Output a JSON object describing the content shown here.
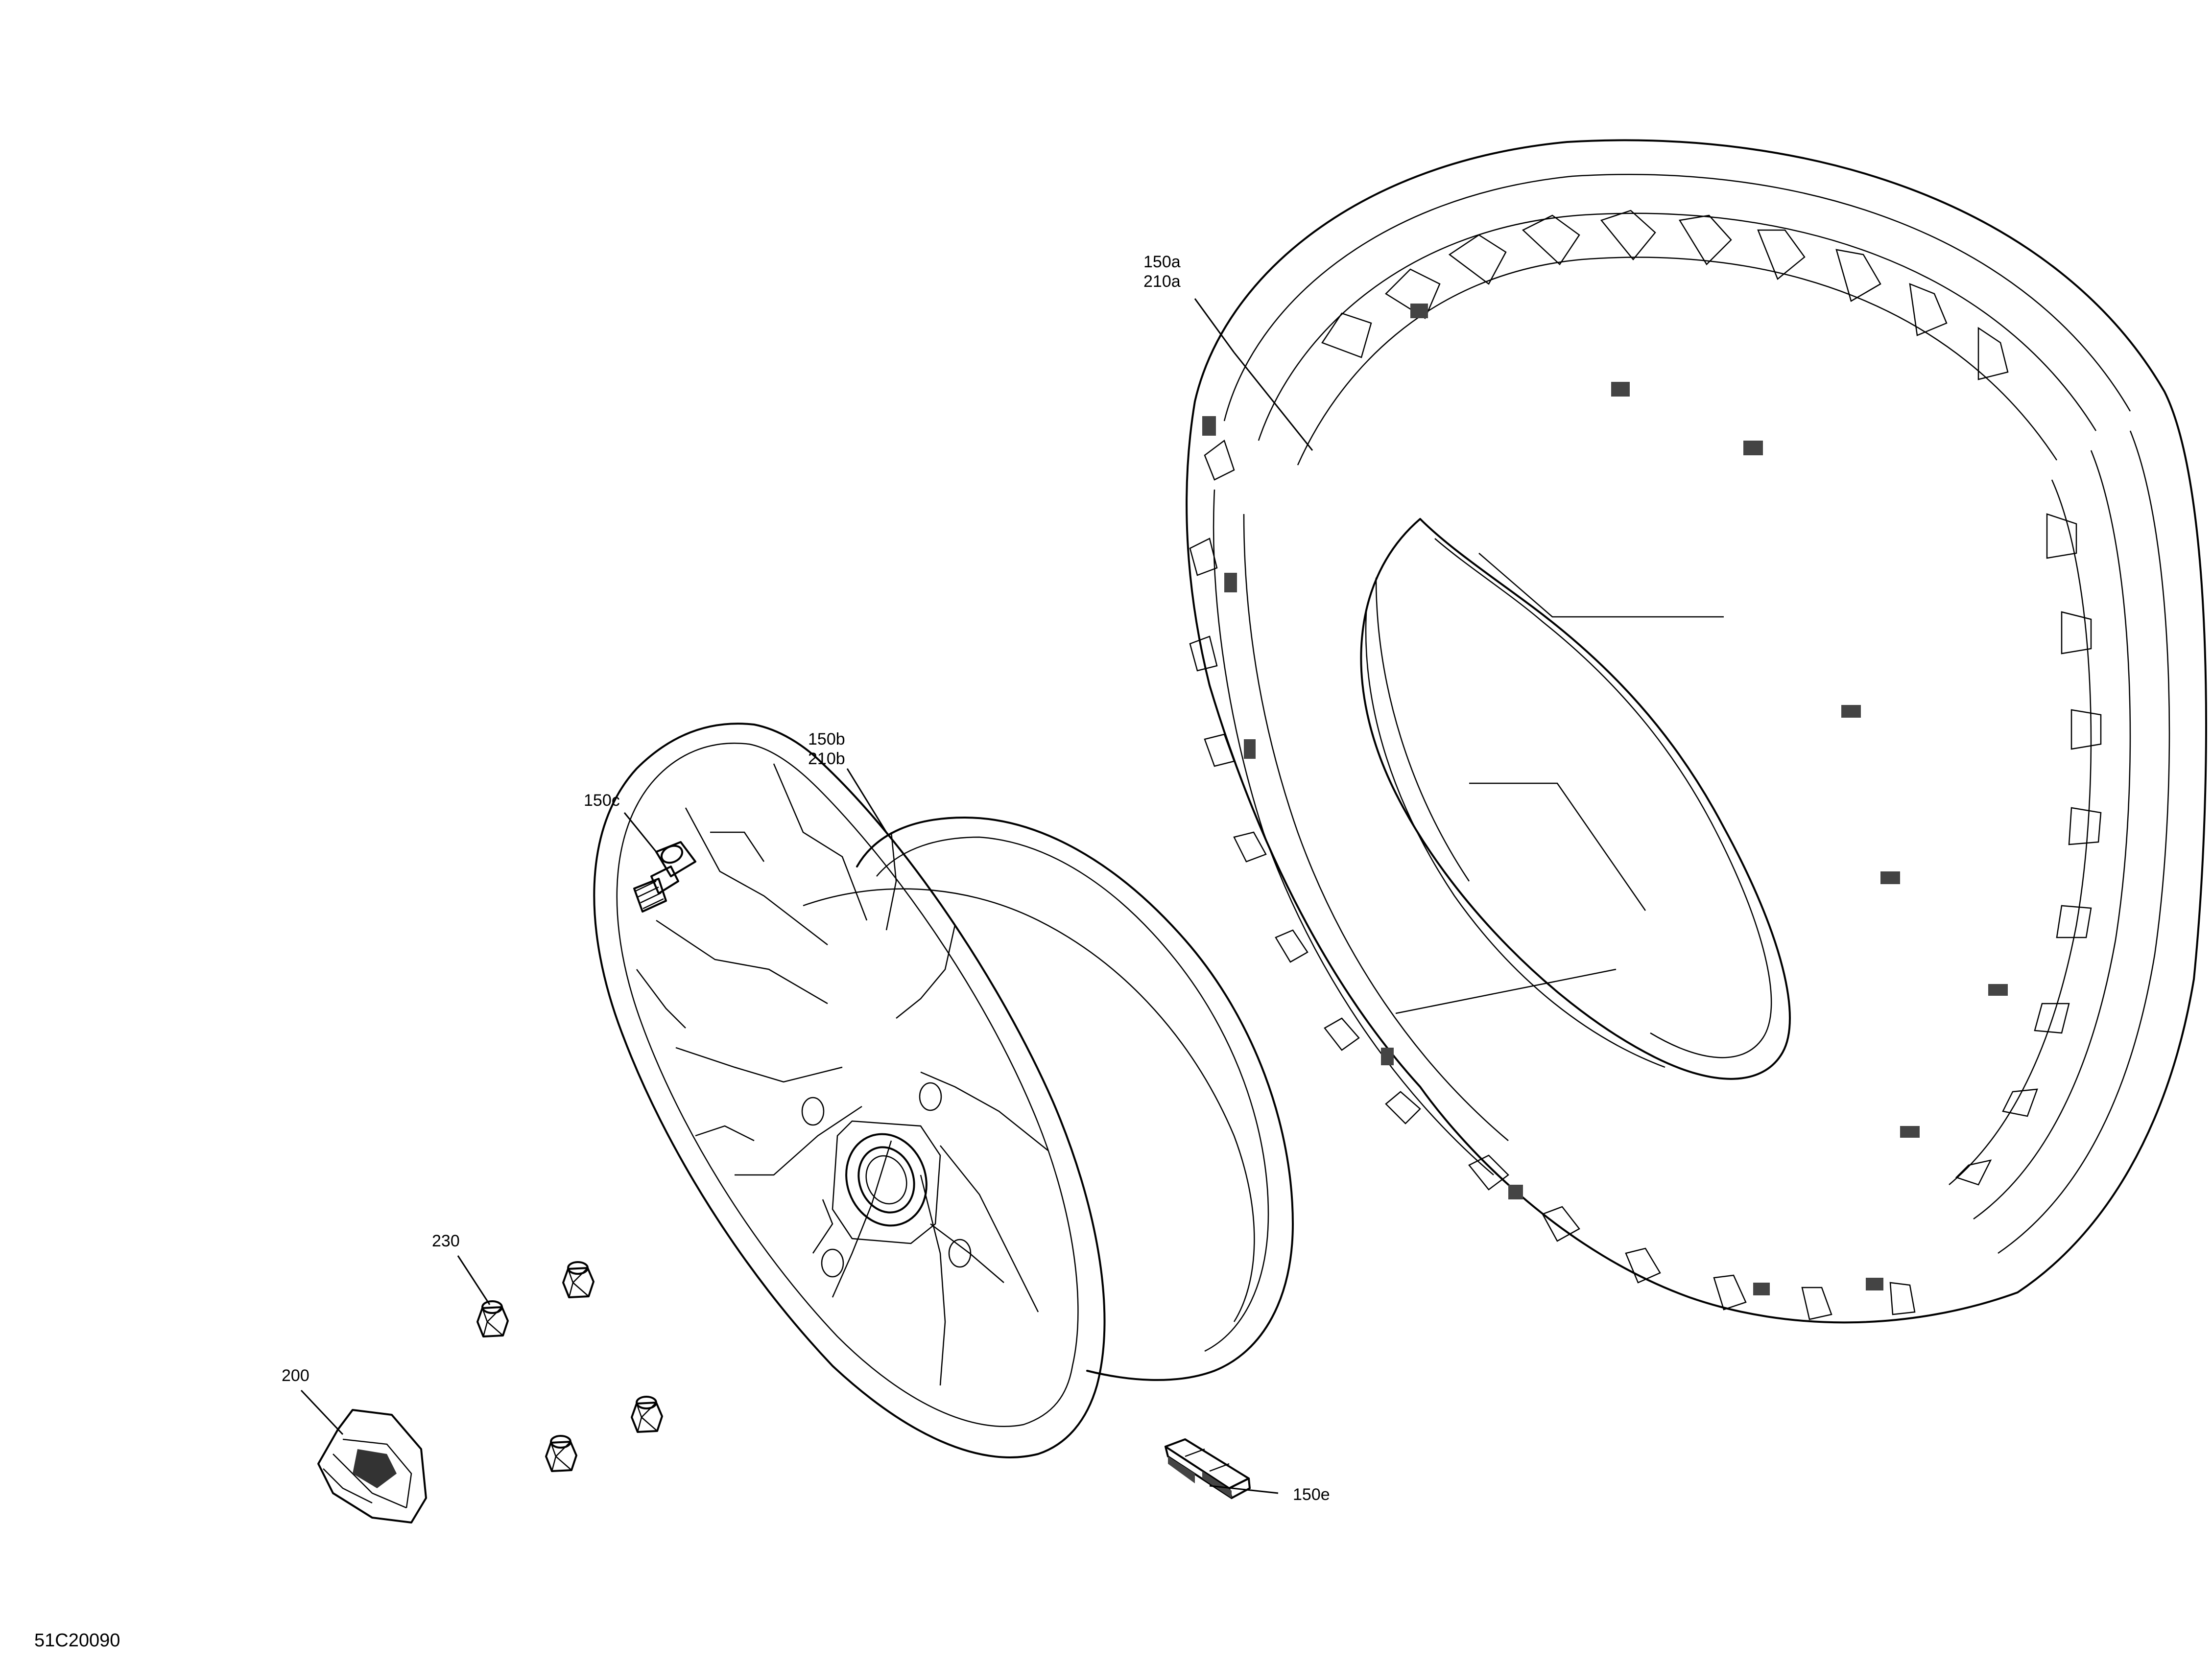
{
  "callouts": {
    "tire": [
      "150a",
      "210a"
    ],
    "rim": [
      "150b",
      "210b"
    ],
    "valve_stem": "150c",
    "lug_nut": "230",
    "center_cap": "200",
    "balance_weight": "150e"
  },
  "reference_number": "51C20090",
  "parts": [
    {
      "name": "tire",
      "icon": "tire-icon"
    },
    {
      "name": "rim",
      "icon": "rim-icon"
    },
    {
      "name": "valve-stem",
      "icon": "valve-stem-icon"
    },
    {
      "name": "lug-nut",
      "icon": "lug-nut-icon"
    },
    {
      "name": "center-cap",
      "icon": "center-cap-icon"
    },
    {
      "name": "balance-weight",
      "icon": "balance-weight-icon"
    }
  ]
}
